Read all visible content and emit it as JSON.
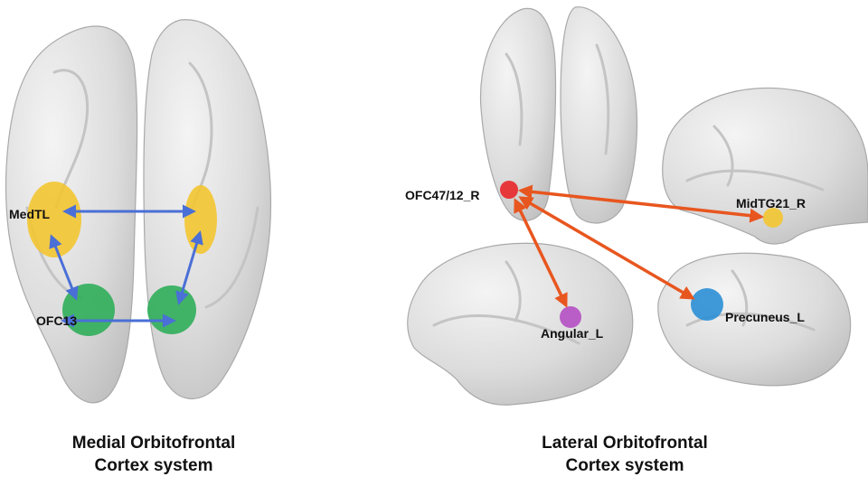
{
  "colors": {
    "brain_fill": "#dedede",
    "brain_shade": "#c4c4c4",
    "brain_edge": "#a9a9a9",
    "medtl_region": "#f3c531",
    "ofc13_region": "#2fae5a",
    "medial_arrow": "#4a6fd6",
    "lateral_arrow": "#e8561f",
    "ofc47_region": "#e8262a",
    "midtg21_region": "#f3c531",
    "angular_region": "#b54fc4",
    "precuneus_region": "#2b8fd6"
  },
  "medial_panel": {
    "labels": {
      "medtl": "MedTL",
      "ofc13": "OFC13"
    },
    "caption_line1": "Medial Orbitofrontal",
    "caption_line2": "Cortex system"
  },
  "lateral_panel": {
    "labels": {
      "ofc47": "OFC47/12_R",
      "midtg21": "MidTG21_R",
      "angular": "Angular_L",
      "precuneus": "Precuneus_L"
    },
    "caption_line1": "Lateral Orbitofrontal",
    "caption_line2": "Cortex system"
  }
}
